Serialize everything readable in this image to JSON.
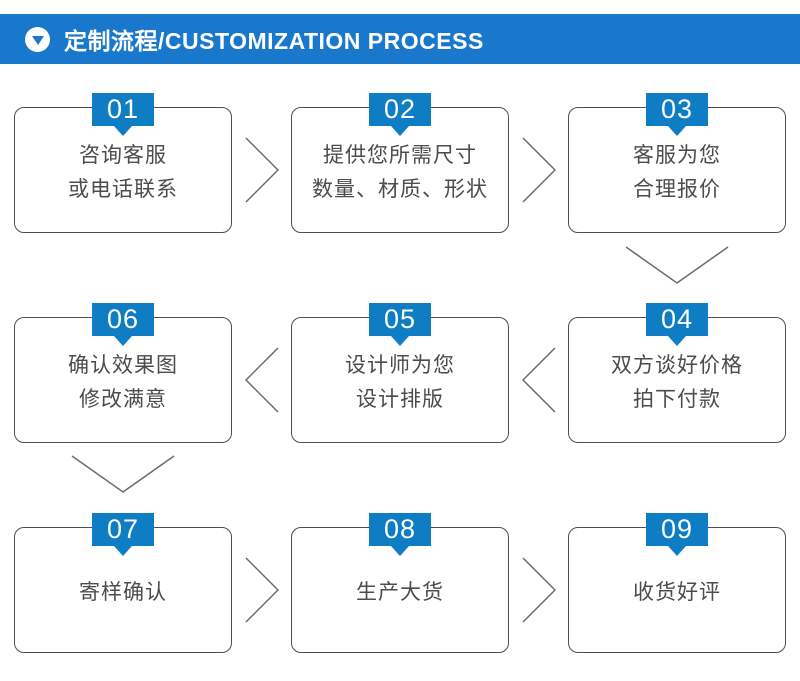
{
  "header": {
    "title": "定制流程/CUSTOMIZATION PROCESS",
    "icon": "down-triangle-circle-icon"
  },
  "steps": [
    {
      "num": "01",
      "lines": [
        "咨询客服",
        "或电话联系"
      ]
    },
    {
      "num": "02",
      "lines": [
        "提供您所需尺寸",
        "数量、材质、形状"
      ]
    },
    {
      "num": "03",
      "lines": [
        "客服为您",
        "合理报价"
      ]
    },
    {
      "num": "04",
      "lines": [
        "双方谈好价格",
        "拍下付款"
      ]
    },
    {
      "num": "05",
      "lines": [
        "设计师为您",
        "设计排版"
      ]
    },
    {
      "num": "06",
      "lines": [
        "确认效果图",
        "修改满意"
      ]
    },
    {
      "num": "07",
      "lines": [
        "寄样确认"
      ]
    },
    {
      "num": "08",
      "lines": [
        "生产大货"
      ]
    },
    {
      "num": "09",
      "lines": [
        "收货好评"
      ]
    }
  ],
  "icons": {
    "header_icon": "down-triangle-in-circle",
    "arrow_right": "chevron-right",
    "arrow_left": "chevron-left",
    "arrow_down": "chevron-down"
  },
  "colors": {
    "header_bg": "#1a78cc",
    "header_text": "#ffffff",
    "badge_bg": "#0f7dc4",
    "box_border": "#4f4f51",
    "box_text": "#4c4c4e",
    "arrow_stroke": "#6b6b6b",
    "page_bg": "#ffffff"
  }
}
